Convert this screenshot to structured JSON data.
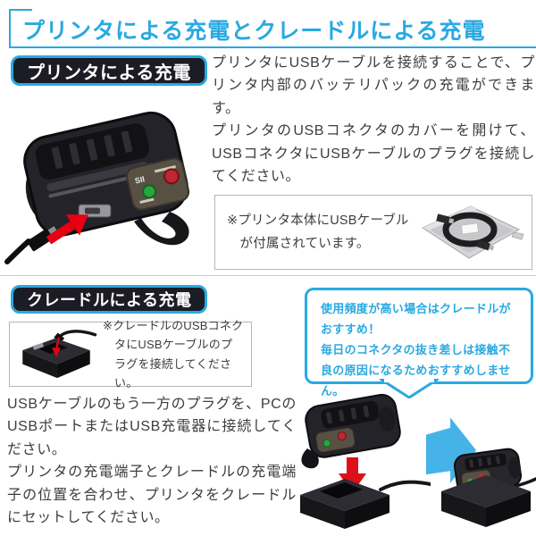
{
  "page": {
    "title": "プリンタによる充電とクレードルによる充電"
  },
  "printer_section": {
    "heading": "プリンタによる充電",
    "body": "プリンタにUSBケーブルを接続することで、プリンタ内部のバッテリパックの充電ができます。\nプリンタのUSBコネクタのカバーを開けて、USBコネクタにUSBケーブルのプラグを接続してください。",
    "note": "※プリンタ本体にUSBケーブルが付属されています。"
  },
  "cradle_section": {
    "heading": "クレードルによる充電",
    "note": "※クレードルのUSBコネクタにUSBケーブルのプラグを接続してください。",
    "bubble": "使用頻度が高い場合はクレードルがおすすめ！\n毎日のコネクタの抜き差しは接触不良の原因になるためおすすめしません。",
    "body": "USBケーブルのもう一方のプラグを、PCのUSBポートまたはUSB充電器に接続してください。\nプリンタの充電端子とクレードルの充電端子の位置を合わせ、プリンタをクレードルにセットしてください。"
  },
  "illustrations": {
    "printer_logo": "SII",
    "printer_usb": "printer-with-usb-cable",
    "usb_package": "usb-cable-in-package",
    "cradle_usb": "cradle-with-usb-cable",
    "printer_above_cradle": "printer-above-cradle-with-red-arrow",
    "blue_arrow": "blue-right-arrow",
    "docked": "printer-docked-on-cradle"
  },
  "colors": {
    "accent_blue": "#29a9e1",
    "arrow_red": "#e60012",
    "arrow_blue": "#45b3e8",
    "badge_bg": "#1c1c26",
    "body_text": "#3d3d3d"
  }
}
